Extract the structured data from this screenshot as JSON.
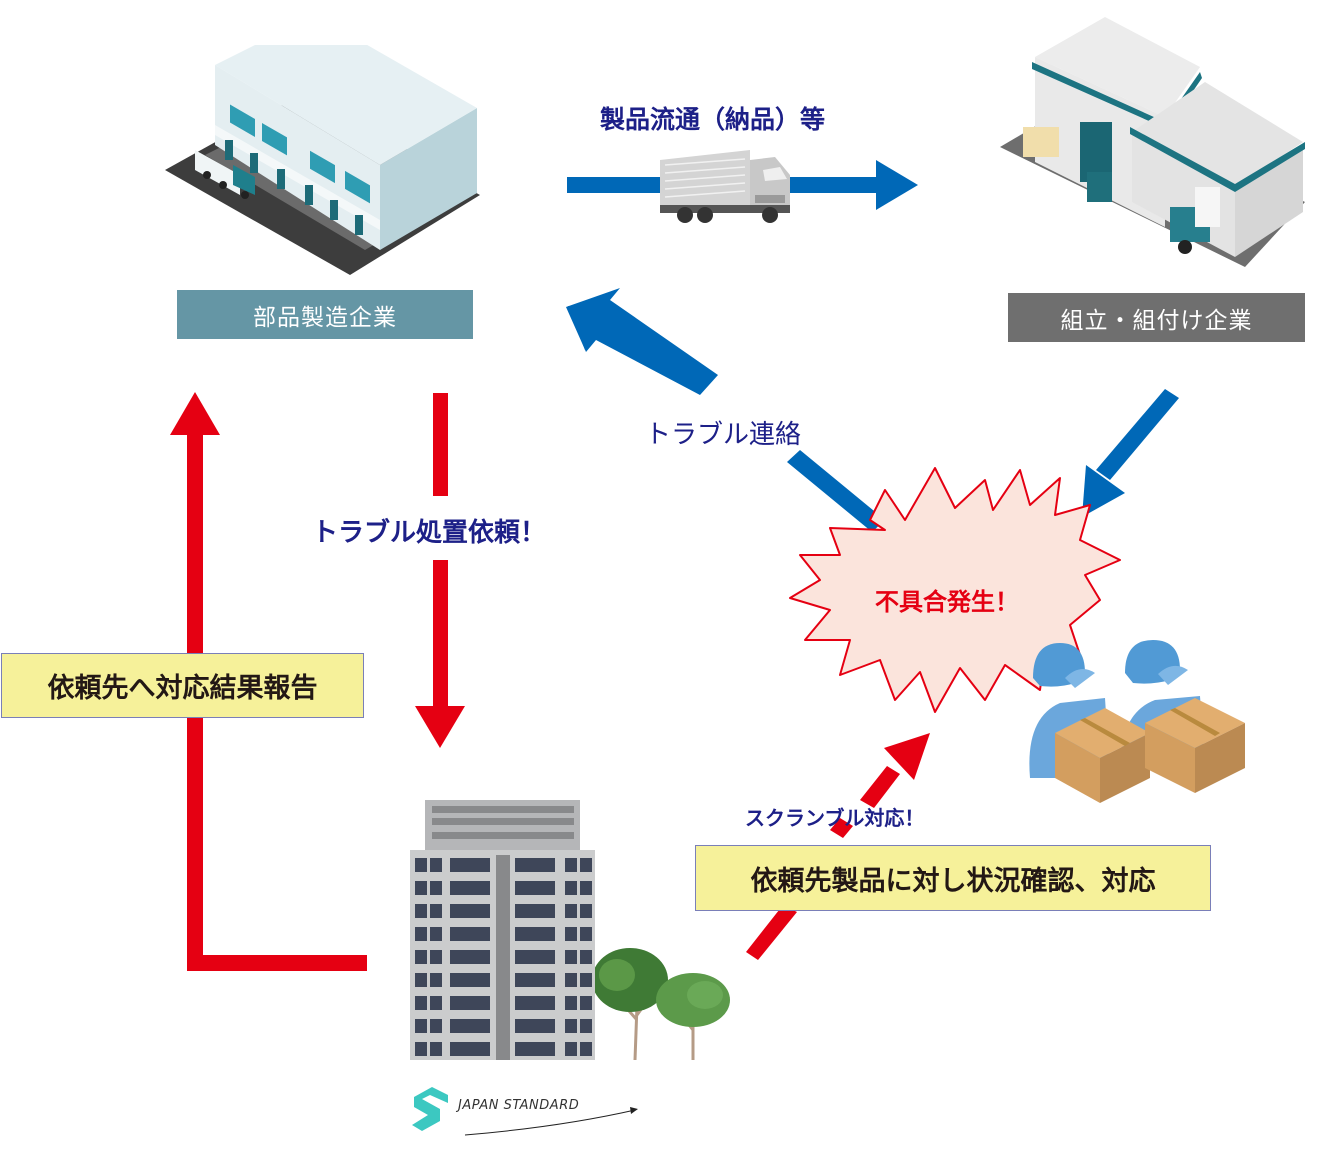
{
  "nodes": {
    "parts_manufacturer": {
      "label": "部品製造企業",
      "color": "#6596a5"
    },
    "assembly_company": {
      "label": "組立・組付け企業",
      "color": "#6f6f6f"
    },
    "trouble_event": {
      "label": "不具合発生！"
    },
    "service_company": {
      "logo_text": "JAPAN STANDARD"
    }
  },
  "arrows": {
    "distribution": {
      "label": "製品流通（納品）等",
      "color": "#0068b7"
    },
    "trouble_contact": {
      "label": "トラブル連絡",
      "color": "#0068b7"
    },
    "trouble_request": {
      "label": "トラブル処置依頼！",
      "color": "#e50012"
    },
    "scramble": {
      "label": "スクランブル対応！",
      "color": "#e50012"
    },
    "report": {
      "color": "#e50012"
    },
    "assembly_to_trouble": {
      "color": "#0068b7"
    }
  },
  "notes": {
    "report_result": "依頼先へ対応結果報告",
    "check_response": "依頼先製品に対し状況確認、対応"
  },
  "colors": {
    "blue_arrow": "#0068b7",
    "red_arrow": "#e50012",
    "burst_fill": "#fbe4dc",
    "burst_stroke": "#e50012",
    "note_fill": "#f6f19a",
    "navy_text": "#1d2088"
  }
}
